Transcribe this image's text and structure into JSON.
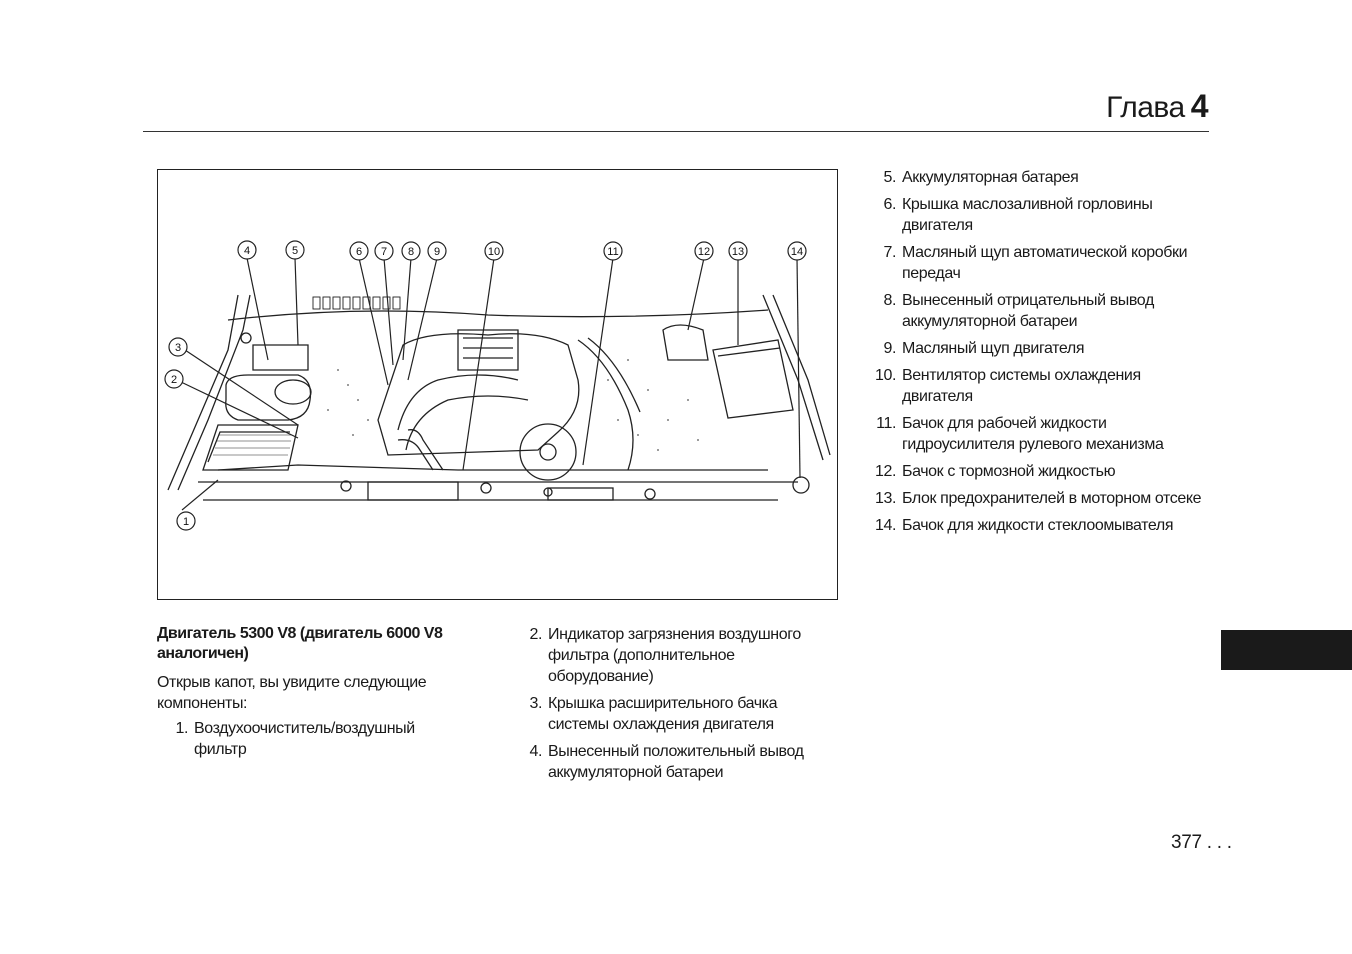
{
  "chapter": {
    "label": "Глава",
    "number": "4"
  },
  "figure": {
    "callouts": [
      "1",
      "2",
      "3",
      "4",
      "5",
      "6",
      "7",
      "8",
      "9",
      "10",
      "11",
      "12",
      "13",
      "14"
    ]
  },
  "heading": "Двигатель 5300 V8 (двигатель 6000 V8 аналогичен)",
  "intro": "Открыв капот, вы увидите следующие компоненты:",
  "items": [
    {
      "n": "1.",
      "text": "Воздухоочиститель/воздушный фильтр"
    },
    {
      "n": "2.",
      "text": "Индикатор загрязнения воздушного фильтра (дополнительное оборудование)"
    },
    {
      "n": "3.",
      "text": "Крышка расширительного бачка системы охлаждения двигателя"
    },
    {
      "n": "4.",
      "text": "Вынесенный положительный вывод аккумуляторной батареи"
    },
    {
      "n": "5.",
      "text": "Аккумуляторная батарея"
    },
    {
      "n": "6.",
      "text": "Крышка маслозаливной горловины двигателя"
    },
    {
      "n": "7.",
      "text": "Масляный щуп автоматической коробки передач"
    },
    {
      "n": "8.",
      "text": "Вынесенный отрицательный вывод аккумуляторной батареи"
    },
    {
      "n": "9.",
      "text": "Масляный щуп двигателя"
    },
    {
      "n": "10.",
      "text": "Вентилятор системы охлаждения двигателя"
    },
    {
      "n": "11.",
      "text": "Бачок для рабочей жидкости гидроусилителя рулевого механизма"
    },
    {
      "n": "12.",
      "text": "Бачок с тормозной жидкостью"
    },
    {
      "n": "13.",
      "text": "Блок предохранителей в моторном отсеке"
    },
    {
      "n": "14.",
      "text": "Бачок для жидкости стеклоомывателя"
    }
  ],
  "page_number": "377 . . ."
}
